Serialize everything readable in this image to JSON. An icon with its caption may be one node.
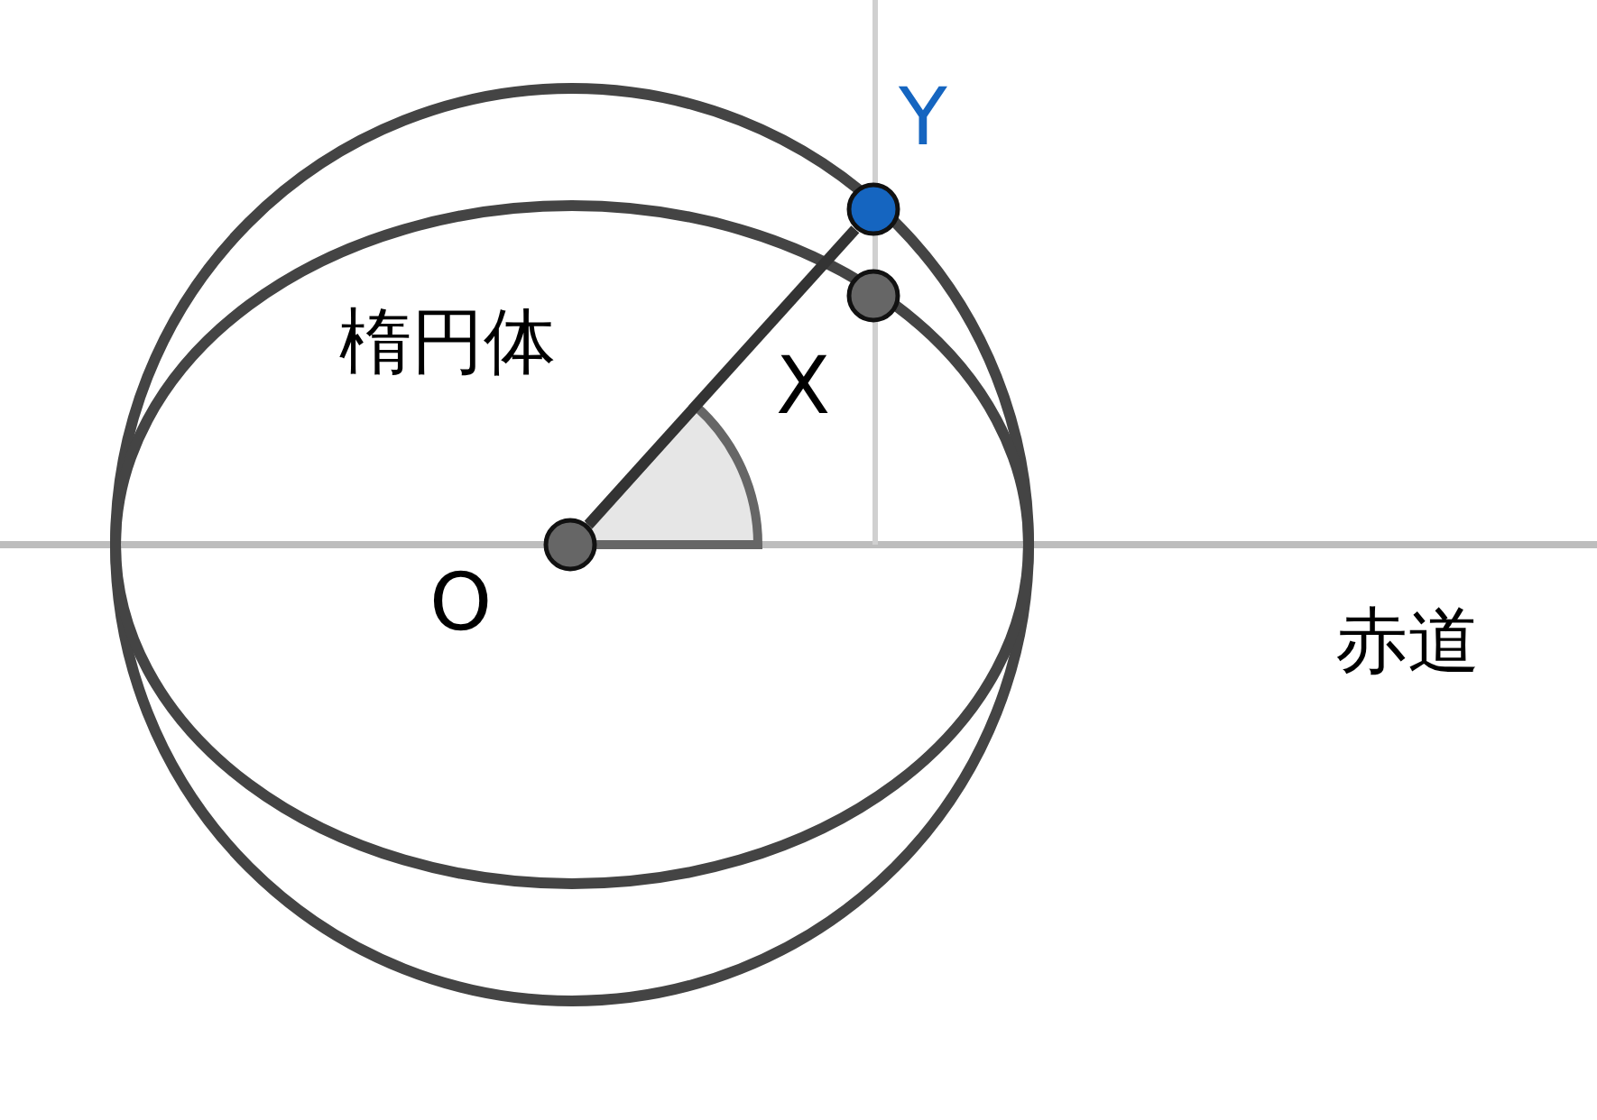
{
  "diagram": {
    "nodes": [
      {
        "text": [],
        "shape": "circle",
        "beside": [
          "O"
        ]
      },
      {
        "text": [],
        "shape": "circle",
        "beside": [
          "X"
        ]
      },
      {
        "text": [],
        "shape": "circle",
        "beside": [
          "Y"
        ]
      }
    ],
    "edges": [
      {
        "from": 0,
        "to": 2,
        "arrow": "none"
      }
    ],
    "labels": [
      "楕円体",
      "赤道"
    ]
  }
}
